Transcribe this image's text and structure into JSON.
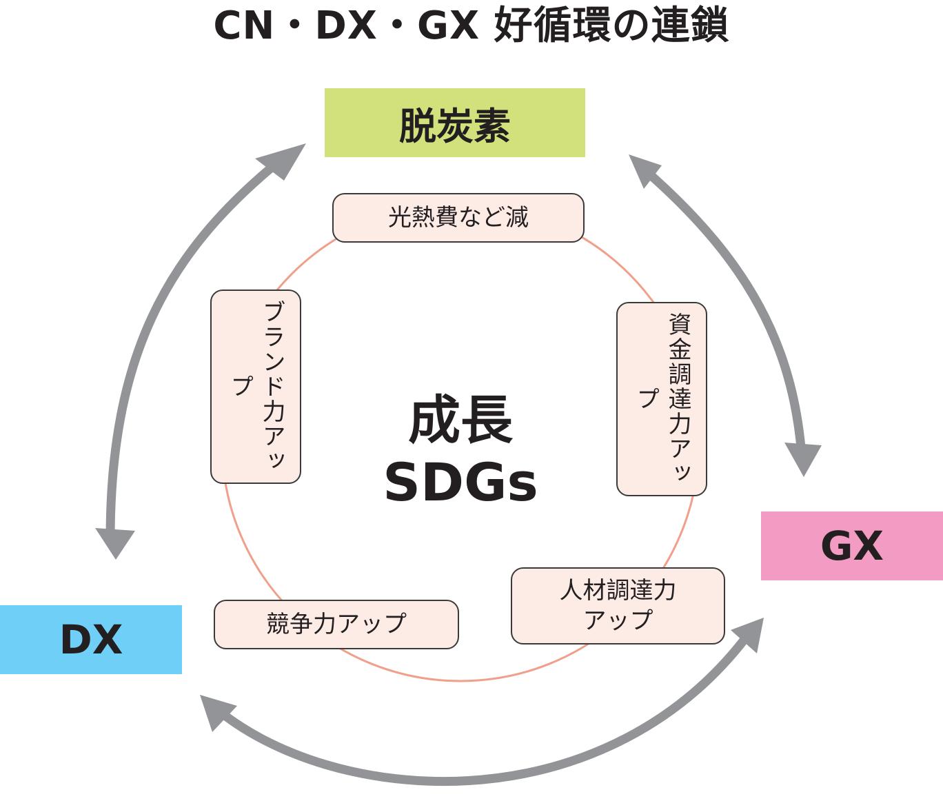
{
  "title": "CN・DX・GX 好循環の連鎖",
  "nodes": {
    "top": "脱炭素",
    "gx": "GX",
    "dx": "DX"
  },
  "center": {
    "line1": "成長",
    "line2": "SDGs"
  },
  "benefits": {
    "top": "光熱費など減",
    "right_vertical": "資金調達力アップ",
    "bottom_right_line1": "人材調達力",
    "bottom_right_line2": "アップ",
    "bottom_left": "競争力アップ",
    "left_vertical": "ブランド力アップ"
  },
  "colors": {
    "top_node": "#d3e17c",
    "gx_node": "#f39cc3",
    "dx_node": "#6fcff6",
    "benefit_fill": "#fdebe6",
    "inner_ring": "#f0a08a",
    "arrow": "#929497"
  }
}
